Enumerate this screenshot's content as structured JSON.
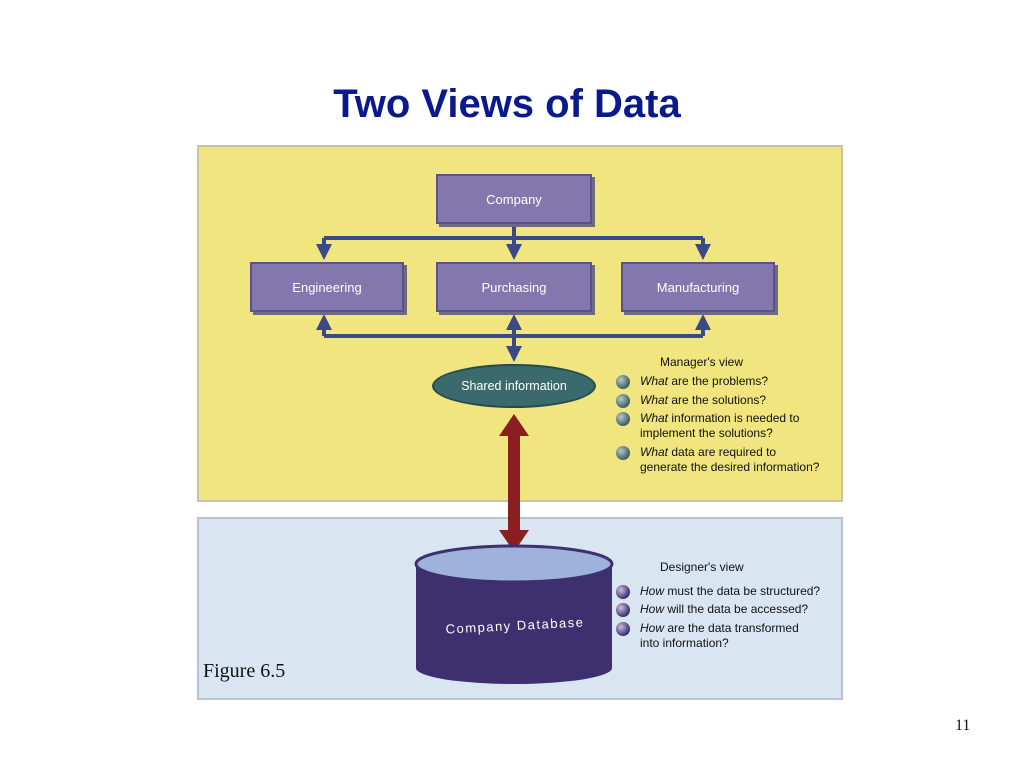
{
  "slide": {
    "title": "Two Views of Data",
    "figure_label": "Figure 6.5",
    "page_number": "11"
  },
  "diagram": {
    "top_box": "Company",
    "departments": [
      "Engineering",
      "Purchasing",
      "Manufacturing"
    ],
    "shared": "Shared information",
    "database": "Company Database"
  },
  "manager_view": {
    "title": "Manager's view",
    "items": [
      {
        "em": "What",
        "rest": " are the problems?"
      },
      {
        "em": "What",
        "rest": " are the solutions?"
      },
      {
        "em": "What",
        "rest": " information is needed to",
        "line2": "implement the solutions?"
      },
      {
        "em": "What",
        "rest": " data are required to",
        "line2": "generate the desired information?"
      }
    ]
  },
  "designer_view": {
    "title": "Designer's view",
    "items": [
      {
        "em": "How",
        "rest": " must the data be structured?"
      },
      {
        "em": "How",
        "rest": " will the data be accessed?"
      },
      {
        "em": "How",
        "rest": " are the data transformed",
        "line2": "into information?"
      }
    ]
  },
  "colors": {
    "title": "#0a1a8c",
    "top_panel": "#f0e57e",
    "bottom_panel": "#d9e6f2",
    "box": "#8278ae",
    "arrow": "#3a4a88",
    "db_arrow": "#8b1f1f",
    "database": "#3e2f6e"
  }
}
